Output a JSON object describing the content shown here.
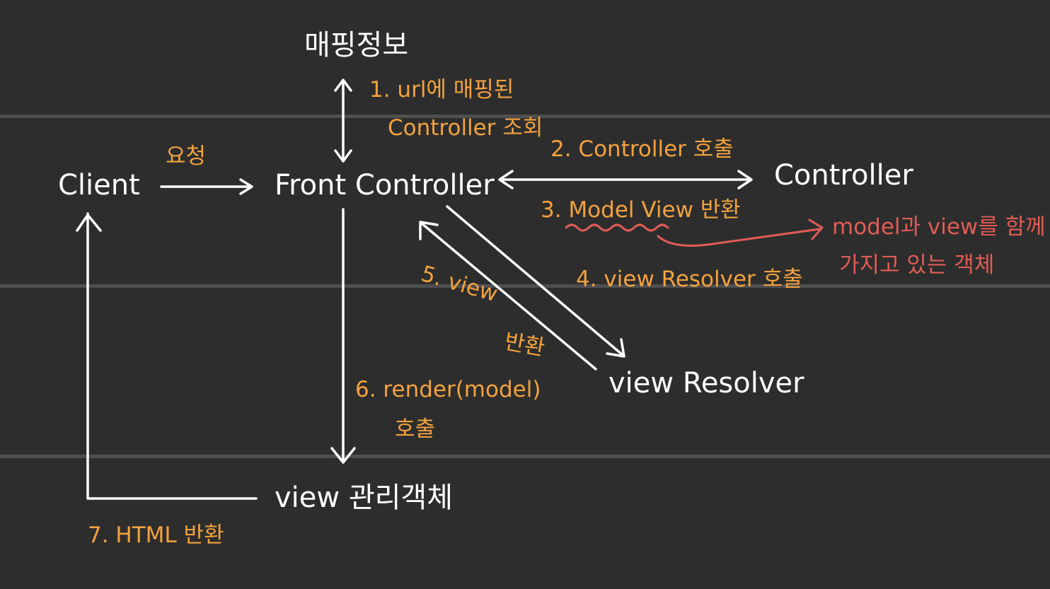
{
  "nodes": {
    "mapping_info": "매핑정보",
    "client": "Client",
    "front_controller": "Front Controller",
    "controller": "Controller",
    "view_resolver": "view Resolver",
    "view_object": "view 관리객체"
  },
  "steps": {
    "s1_line1": "1. url에 매핑된",
    "s1_line2": "Controller 조회",
    "request": "요청",
    "s2": "2. Controller 호출",
    "s3_prefix": "3. ",
    "s3_underlined": "Model View",
    "s3_suffix": " 반환",
    "s4": "4. view Resolver 호출",
    "s5_line1": "5. view",
    "s5_line2": "반환",
    "s6_line1": "6. render(model)",
    "s6_line2": "호출",
    "s7": "7. HTML 반환"
  },
  "annotation": {
    "line1": "model과 view를 함께",
    "line2": "가지고 있는 객체"
  },
  "colors": {
    "background": "#2d2d2d",
    "rule": "#4f4f4f",
    "node_text": "#ffffff",
    "step_text": "#f3a23e",
    "annotation": "#e25c55"
  }
}
